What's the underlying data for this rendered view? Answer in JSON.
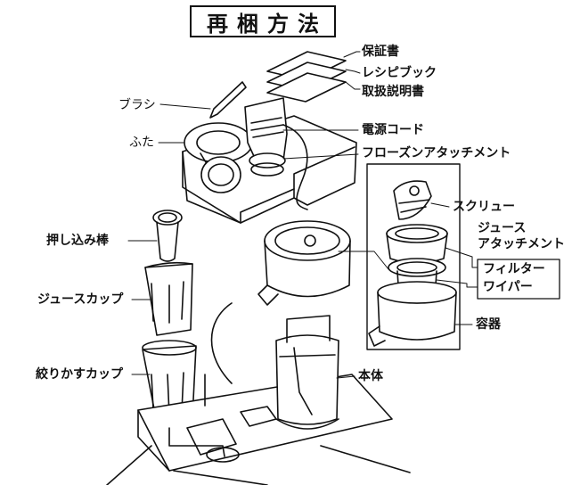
{
  "title": "再梱方法",
  "labels": {
    "warranty": "保証書",
    "recipe_book": "レシピブック",
    "manual": "取扱説明書",
    "brush": "ブラシ",
    "lid": "ふた",
    "power_cord": "電源コード",
    "frozen_attachment": "フローズンアタッチメント",
    "screw": "スクリュー",
    "juice_attachment_line1": "ジュース",
    "juice_attachment_line2": "アタッチメント",
    "filter": "フィルター",
    "wiper": "ワイパー",
    "container": "容器",
    "pusher": "押し込み棒",
    "juice_cup": "ジュースカップ",
    "pulp_cup": "絞りかすカップ",
    "main_body": "本体"
  }
}
